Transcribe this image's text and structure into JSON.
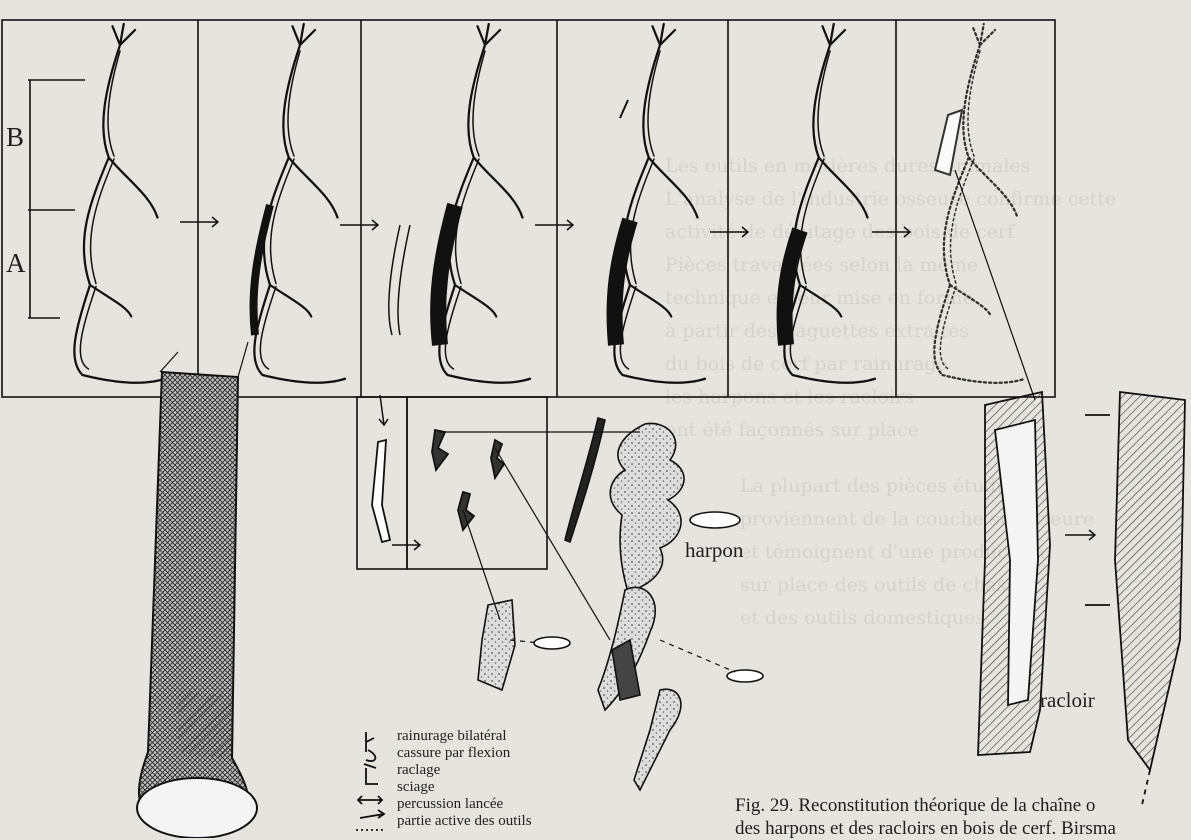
{
  "labels": {
    "segment_b": "B",
    "segment_a": "A",
    "harpon": "harpon",
    "racloir": "racloir"
  },
  "legend": [
    {
      "key": "rainurage",
      "text": "rainurage bilatéral"
    },
    {
      "key": "cassure",
      "text": "cassure par flexion"
    },
    {
      "key": "raclage",
      "text": "raclage"
    },
    {
      "key": "sciage",
      "text": "sciage"
    },
    {
      "key": "percussion",
      "text": "percussion lancée"
    },
    {
      "key": "partie",
      "text": "partie active des outils"
    }
  ],
  "caption": {
    "line1": "Fig. 29.  Reconstitution théorique de la chaîne o",
    "line2": "des harpons et des racloirs en bois de cerf. Birsma"
  },
  "background_text": {
    "heading": "Les outils en matières dures animales",
    "lines": [
      "L'analyse de l'industrie osseuse confirme cette",
      "activité de débitage des bois de cerf",
      "Pièces travaillées selon la même",
      "technique et leur mise en forme",
      "à partir des baguettes extraites",
      "du bois de cerf par rainurage",
      "les harpons et les racloirs",
      "ont été façonnés sur place"
    ],
    "right_lines": [
      "La plupart des pièces étudiées",
      "proviennent de la couche supérieure",
      "et témoignent d'une production",
      "sur place des outils de chasse",
      "et des outils domestiques."
    ]
  }
}
